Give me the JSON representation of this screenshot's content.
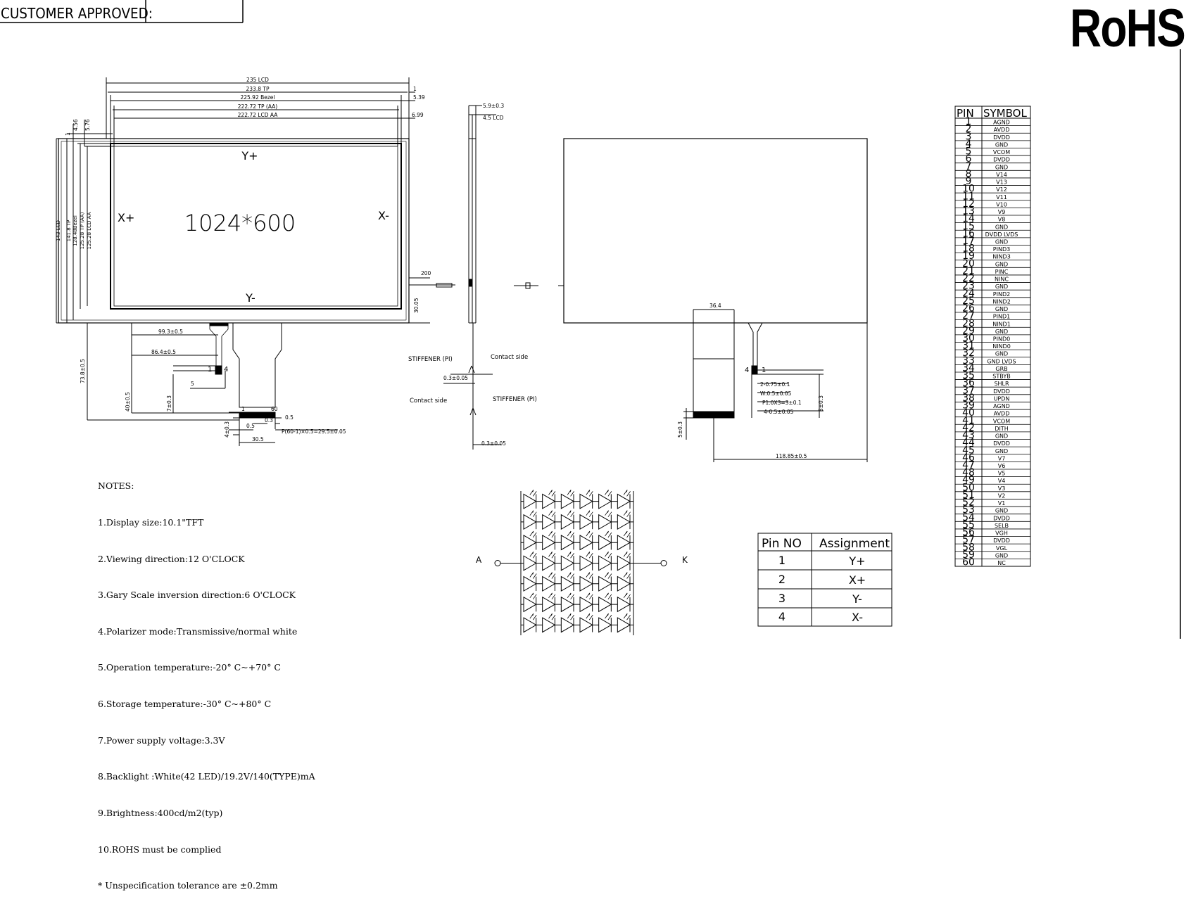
{
  "header": {
    "customer_approved": "CUSTOMER APPROVED:",
    "rohs": "RoHS"
  },
  "drawing": {
    "resolution": "1024*600",
    "y_plus": "Y+",
    "y_minus": "Y-",
    "x_plus": "X+",
    "x_minus": "X-",
    "dims_top": [
      "235 LCD",
      "233.8 TP",
      "225.92 Bezel",
      "222.72 TP (AA)",
      "222.72 LCD AA"
    ],
    "dims_right": [
      "1",
      "5.39",
      "6.99"
    ],
    "dims_left_v": [
      "4.56",
      "5.76",
      "1"
    ],
    "dims_left_rot": [
      "143 LCD",
      "141.8 TP",
      "128.48Bezel",
      "125.28 TP (AA)",
      "125.28 LCD AA"
    ],
    "fpc_dims": [
      "99.3±0.5",
      "86.4±0.5",
      "5",
      "1",
      "4",
      "73.8±0.5",
      "40±0.5",
      "7±0.3",
      "200",
      "30.05"
    ],
    "connector_dims": [
      "1",
      "60",
      "0.5",
      "0.3",
      "0.5",
      "4±0.3",
      "30.5",
      "P(60-1)×0.5=29.5±0.05"
    ],
    "side_dims": [
      "5.9±0.3",
      "4.5 LCD",
      "STIFFENER (PI)",
      "Contact side",
      "0.3±0.05",
      "Contact side",
      "STIFFENER (PI)",
      "0.3±0.05"
    ],
    "back_dims": [
      "36.4",
      "4",
      "1",
      "2-0.75±0.1",
      "W:0.5±0.05",
      "P1.0X3=3±0.1",
      "4-0.5±0.05",
      "5±0.3",
      "5±0.3",
      "118.85±0.5"
    ]
  },
  "notes": {
    "title": "NOTES:",
    "items": [
      "1.Display size:10.1\"TFT",
      "2.Viewing direction:12 O'CLOCK",
      "3.Gary Scale inversion direction:6 O'CLOCK",
      "4.Polarizer mode:Transmissive/normal white",
      "5.Operation temperature:-20° C~+70° C",
      "6.Storage temperature:-30° C~+80° C",
      "7.Power supply voltage:3.3V",
      "8.Backlight :White(42 LED)/19.2V/140(TYPE)mA",
      "9.Brightness:400cd/m2(typ)",
      "10.ROHS must be complied",
      "* Unspecification tolerance are ±0.2mm"
    ]
  },
  "led": {
    "anode": "A",
    "cathode": "K",
    "rows": 7,
    "cols": 6
  },
  "touch_table": {
    "headers": [
      "Pin NO",
      "Assignment"
    ],
    "rows": [
      [
        "1",
        "Y+"
      ],
      [
        "2",
        "X+"
      ],
      [
        "3",
        "Y-"
      ],
      [
        "4",
        "X-"
      ]
    ]
  },
  "pin_table": {
    "headers": [
      "PIN",
      "SYMBOL"
    ],
    "rows": [
      [
        "1",
        "AGND"
      ],
      [
        "2",
        "AVDD"
      ],
      [
        "3",
        "DVDD"
      ],
      [
        "4",
        "GND"
      ],
      [
        "5",
        "VCOM"
      ],
      [
        "6",
        "DVDD"
      ],
      [
        "7",
        "GND"
      ],
      [
        "8",
        "V14"
      ],
      [
        "9",
        "V13"
      ],
      [
        "10",
        "V12"
      ],
      [
        "11",
        "V11"
      ],
      [
        "12",
        "V10"
      ],
      [
        "13",
        "V9"
      ],
      [
        "14",
        "V8"
      ],
      [
        "15",
        "GND"
      ],
      [
        "16",
        "DVDD LVDS"
      ],
      [
        "17",
        "GND"
      ],
      [
        "18",
        "PIND3"
      ],
      [
        "19",
        "NIND3"
      ],
      [
        "20",
        "GND"
      ],
      [
        "21",
        "PINC"
      ],
      [
        "22",
        "NINC"
      ],
      [
        "23",
        "GND"
      ],
      [
        "24",
        "PIND2"
      ],
      [
        "25",
        "NIND2"
      ],
      [
        "26",
        "GND"
      ],
      [
        "27",
        "PIND1"
      ],
      [
        "28",
        "NIND1"
      ],
      [
        "29",
        "GND"
      ],
      [
        "30",
        "PIND0"
      ],
      [
        "31",
        "NIND0"
      ],
      [
        "32",
        "GND"
      ],
      [
        "33",
        "GND LVDS"
      ],
      [
        "34",
        "GRB"
      ],
      [
        "35",
        "STBYB"
      ],
      [
        "36",
        "SHLR"
      ],
      [
        "37",
        "DVDD"
      ],
      [
        "38",
        "UPDN"
      ],
      [
        "39",
        "AGND"
      ],
      [
        "40",
        "AVDD"
      ],
      [
        "41",
        "VCOM"
      ],
      [
        "42",
        "DITH"
      ],
      [
        "43",
        "GND"
      ],
      [
        "44",
        "DVDD"
      ],
      [
        "45",
        "GND"
      ],
      [
        "46",
        "V7"
      ],
      [
        "47",
        "V6"
      ],
      [
        "48",
        "V5"
      ],
      [
        "49",
        "V4"
      ],
      [
        "50",
        "V3"
      ],
      [
        "51",
        "V2"
      ],
      [
        "52",
        "V1"
      ],
      [
        "53",
        "GND"
      ],
      [
        "54",
        "DVDD"
      ],
      [
        "55",
        "SELB"
      ],
      [
        "56",
        "VGH"
      ],
      [
        "57",
        "DVDD"
      ],
      [
        "58",
        "VGL"
      ],
      [
        "59",
        "GND"
      ],
      [
        "60",
        "NC"
      ]
    ]
  }
}
